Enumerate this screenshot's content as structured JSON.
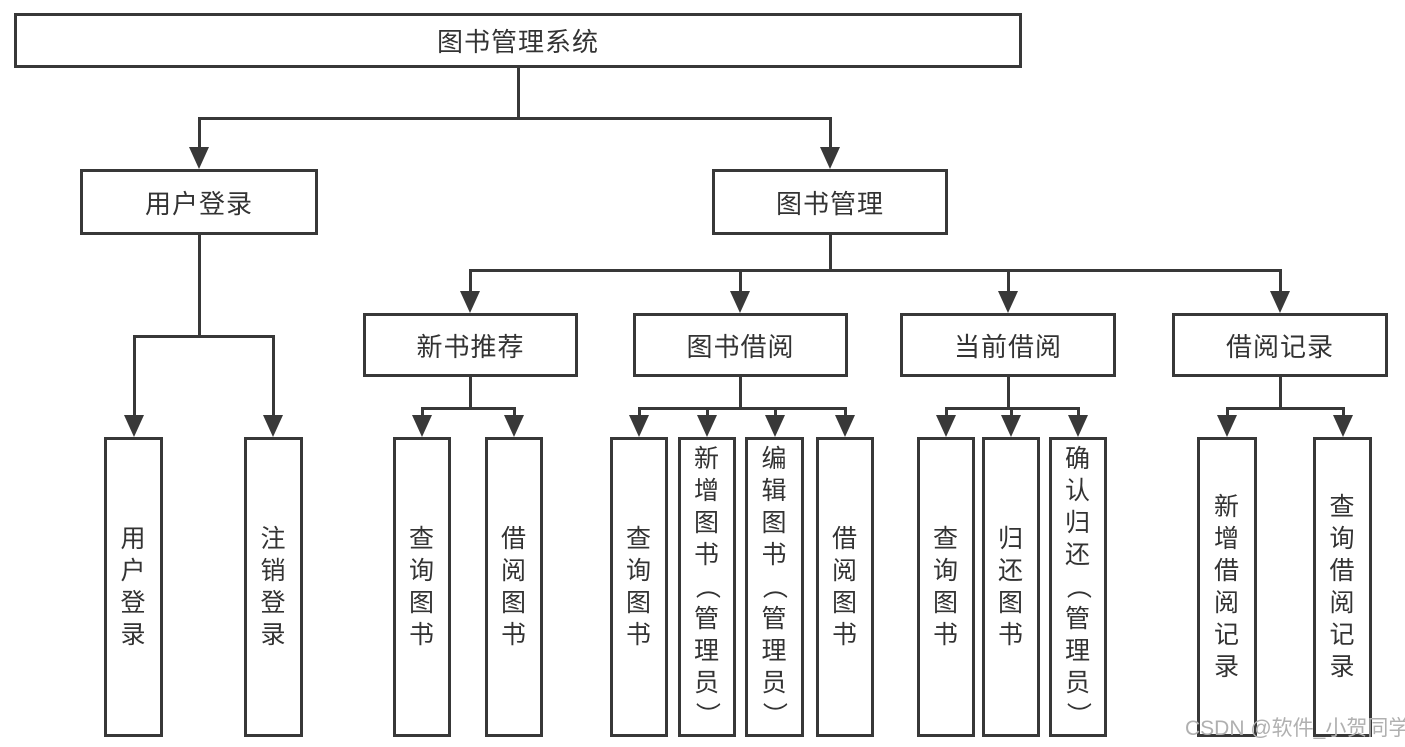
{
  "diagram": {
    "root": {
      "label": "图书管理系统"
    },
    "level2": [
      {
        "label": "用户登录"
      },
      {
        "label": "图书管理"
      }
    ],
    "level3": [
      {
        "label": "新书推荐"
      },
      {
        "label": "图书借阅"
      },
      {
        "label": "当前借阅"
      },
      {
        "label": "借阅记录"
      }
    ],
    "leaves": [
      {
        "label": "用户登录"
      },
      {
        "label": "注销登录"
      },
      {
        "label": "查询图书"
      },
      {
        "label": "借阅图书"
      },
      {
        "label": "查询图书"
      },
      {
        "label": "新增图书（管理员）"
      },
      {
        "label": "编辑图书（管理员）"
      },
      {
        "label": "借阅图书"
      },
      {
        "label": "查询图书"
      },
      {
        "label": "归还图书"
      },
      {
        "label": "确认归还（管理员）"
      },
      {
        "label": "新增借阅记录"
      },
      {
        "label": "查询借阅记录"
      }
    ],
    "watermark": "CSDN @软件_小贺同学",
    "colors": {
      "line": "#383838",
      "text": "#333333",
      "watermark": "#b0b0b0",
      "background": "#ffffff"
    }
  }
}
